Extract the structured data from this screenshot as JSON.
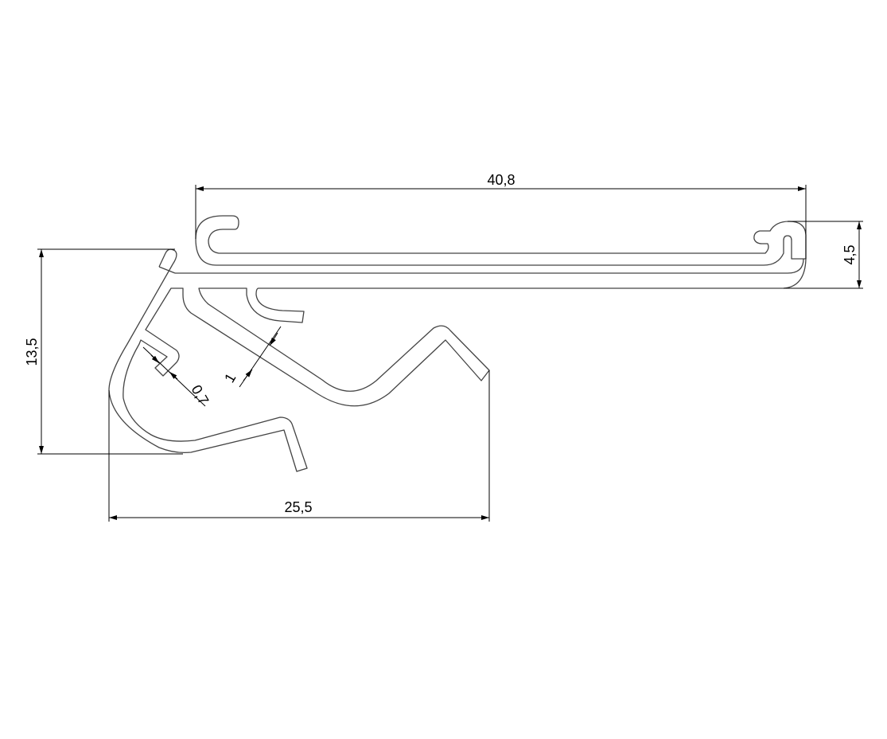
{
  "drawing": {
    "dimensions": {
      "width_top": "40,8",
      "height_right": "4,5",
      "height_left": "13,5",
      "width_bottom": "25,5",
      "thickness_clip": "0,7",
      "thickness_wall": "1"
    },
    "colors": {
      "hatch": "#ff3b3b",
      "outline": "#444444",
      "dimension": "#000000"
    }
  }
}
